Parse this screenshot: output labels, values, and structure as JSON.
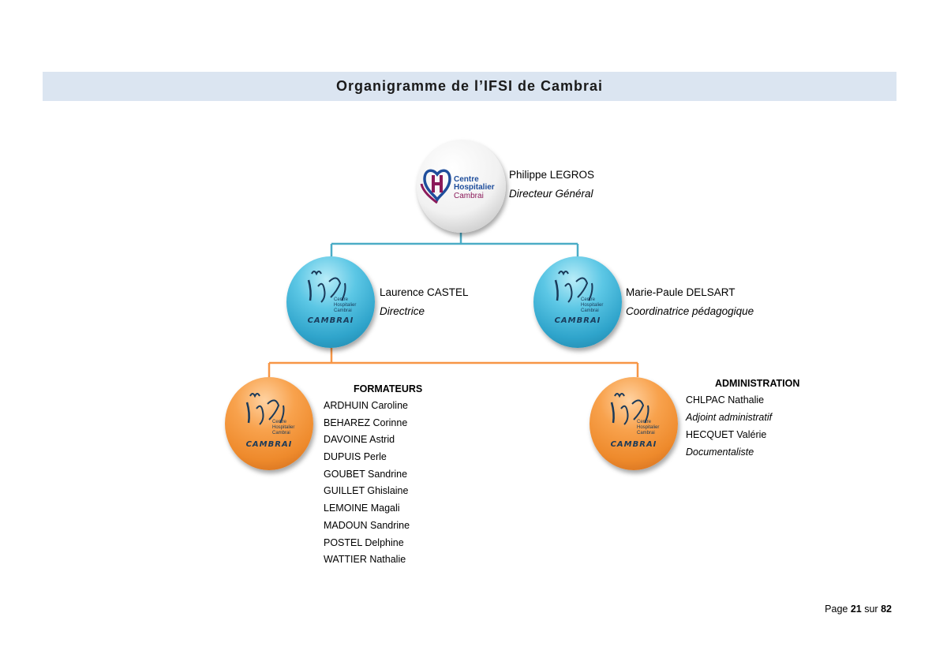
{
  "title": "Organigramme de l’IFSI de Cambrai",
  "colors": {
    "title_bg": "#dbe5f1",
    "blue_connector": "#4bacc6",
    "orange_connector": "#f79646",
    "ch_blue": "#1f4e9c",
    "ch_purple": "#8b1a5a"
  },
  "director": {
    "name": "Philippe LEGROS",
    "role": "Directeur Général",
    "logo": {
      "line1": "Centre",
      "line2": "Hospitalier",
      "line3": "Cambrai",
      "icon": "hospital-h-logo-icon"
    }
  },
  "directrice": {
    "name": "Laurence CASTEL",
    "role": "Directrice"
  },
  "coordinatrice": {
    "name": "Marie-Paule DELSART",
    "role": "Coordinatrice pédagogique"
  },
  "ifsi_logo": {
    "word": "ifsi",
    "sub1": "Centre",
    "sub2": "Hospitalier",
    "sub3": "Cambrai",
    "band": "CAMBRAI",
    "icon": "ifsi-cambrai-logo-icon"
  },
  "formateurs": {
    "header": "FORMATEURS",
    "members": [
      "ARDHUIN Caroline",
      "BEHAREZ Corinne",
      "DAVOINE Astrid",
      "DUPUIS Perle",
      "GOUBET Sandrine",
      "GUILLET Ghislaine",
      "LEMOINE Magali",
      "MADOUN Sandrine",
      "POSTEL Delphine",
      "WATTIER Nathalie"
    ]
  },
  "administration": {
    "header": "ADMINISTRATION",
    "members": [
      {
        "name": "CHLPAC Nathalie",
        "role": "Adjoint administratif"
      },
      {
        "name": "HECQUET Valérie",
        "role": "Documentaliste"
      }
    ]
  },
  "footer": {
    "prefix": "Page",
    "current": "21",
    "middle": "sur",
    "total": "82"
  }
}
